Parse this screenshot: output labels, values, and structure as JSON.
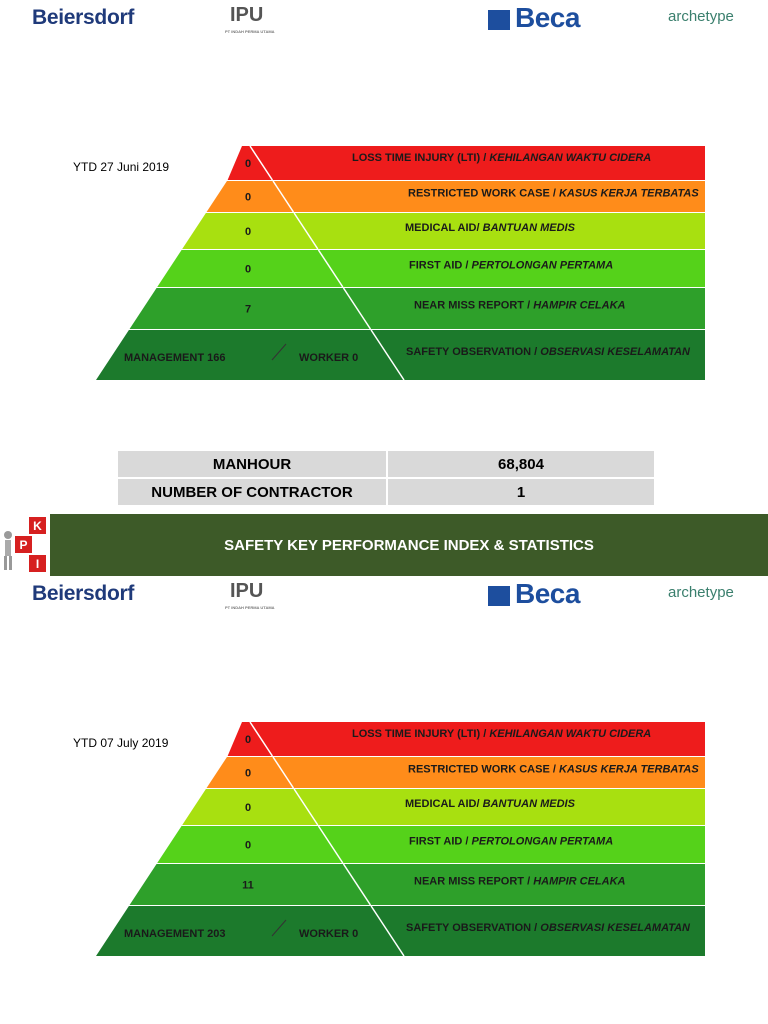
{
  "logos": {
    "beiersdorf": "Beiersdorf",
    "ipa": "IPU",
    "ipa_sub": "PT INDAH PERMA UTAMA",
    "beca": "Beca",
    "archetype": "archetype"
  },
  "sections": [
    {
      "ytd": "YTD  27 Juni 2019",
      "levels": [
        {
          "value": "0",
          "label_en": "LOSS TIME INJURY (LTI) /",
          "label_id": "KEHILANGAN WAKTU CIDERA",
          "color": "#ee1c1c"
        },
        {
          "value": "0",
          "label_en": "RESTRICTED WORK CASE /",
          "label_id": "KASUS KERJA TERBATAS",
          "color": "#ff8c1a"
        },
        {
          "value": "0",
          "label_en": "MEDICAL AID/",
          "label_id": "BANTUAN MEDIS",
          "color": "#a8e010"
        },
        {
          "value": "0",
          "label_en": "FIRST AID /",
          "label_id": "PERTOLONGAN PERTAMA",
          "color": "#55d21a"
        },
        {
          "value": "7",
          "label_en": "NEAR MISS REPORT /",
          "label_id": "HAMPIR CELAKA",
          "color": "#2ea02a"
        },
        {
          "value": "",
          "label_en": "SAFETY OBSERVATION /",
          "label_id": "OBSERVASI KESELAMATAN",
          "color": "#1c7a2c"
        }
      ],
      "management": "MANAGEMENT  166",
      "worker": "WORKER  0"
    },
    {
      "ytd": "YTD  07 July 2019",
      "levels": [
        {
          "value": "0",
          "label_en": "LOSS TIME INJURY (LTI) /",
          "label_id": "KEHILANGAN WAKTU CIDERA",
          "color": "#ee1c1c"
        },
        {
          "value": "0",
          "label_en": "RESTRICTED WORK CASE /",
          "label_id": "KASUS KERJA TERBATAS",
          "color": "#ff8c1a"
        },
        {
          "value": "0",
          "label_en": "MEDICAL AID/",
          "label_id": "BANTUAN MEDIS",
          "color": "#a8e010"
        },
        {
          "value": "0",
          "label_en": "FIRST AID /",
          "label_id": "PERTOLONGAN PERTAMA",
          "color": "#55d21a"
        },
        {
          "value": "11",
          "label_en": "NEAR MISS REPORT /",
          "label_id": "HAMPIR CELAKA",
          "color": "#2ea02a"
        },
        {
          "value": "",
          "label_en": "SAFETY OBSERVATION /",
          "label_id": "OBSERVASI KESELAMATAN",
          "color": "#1c7a2c"
        }
      ],
      "management": "MANAGEMENT  203",
      "worker": "WORKER  0"
    }
  ],
  "stats": {
    "manhour_label": "MANHOUR",
    "manhour_value": "68,804",
    "contractor_label": "NUMBER OF CONTRACTOR",
    "contractor_value": "1"
  },
  "banner": {
    "title": "SAFETY KEY PERFORMANCE INDEX & STATISTICS",
    "kpi_letters": [
      "K",
      "P",
      "I"
    ]
  }
}
